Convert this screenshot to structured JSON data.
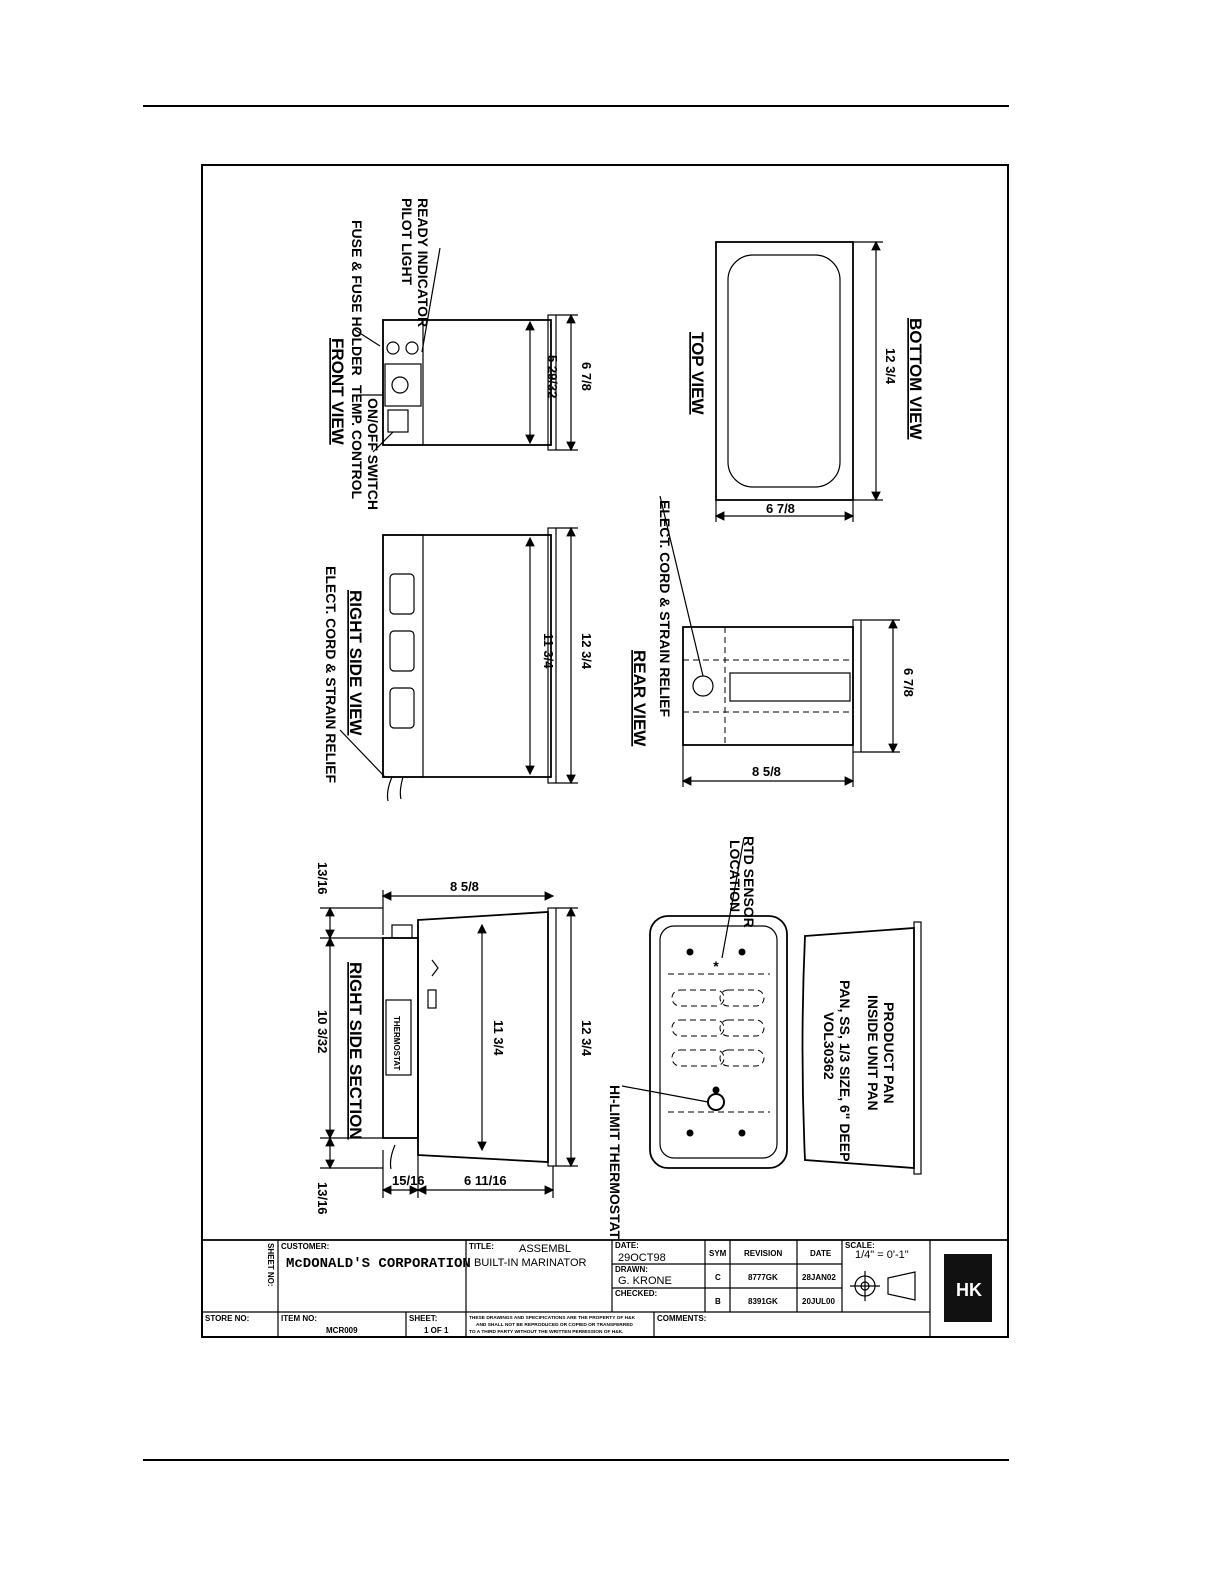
{
  "views": {
    "bottom_view": "BOTTOM VIEW",
    "top_view": "TOP VIEW",
    "front_view": "FRONT VIEW",
    "right_side_view": "RIGHT SIDE VIEW",
    "rear_view": "REAR VIEW",
    "right_side_section": "RIGHT SIDE SECTION"
  },
  "callouts": {
    "ready_indicator": "READY INDICATOR",
    "pilot_light": "PILOT LIGHT",
    "fuse_holder": "FUSE & FUSE HOLDER",
    "temp_control": "TEMP. CONTROL",
    "on_off_switch": "ON/OFF SWITCH",
    "cord_relief_rear": "ELECT. CORD & STRAIN RELIEF",
    "cord_relief_side": "ELECT. CORD & STRAIN RELIEF",
    "rtd_sensor": "RTD SENSOR",
    "rtd_location": "LOCATION",
    "hi_limit": "HI-LIMIT THERMOSTAT",
    "thermostat_box": "THERMOSTAT",
    "product_pan": "PRODUCT PAN",
    "inside_unit_pan": "INSIDE UNIT PAN",
    "pan_size": "PAN, SS, 1/3 SIZE, 6\" DEEP",
    "pan_part": "VOL30362"
  },
  "dimensions": {
    "bottom_height": "12 3/4",
    "bottom_width": "6 7/8",
    "front_height": "6 7/8",
    "front_inner": "5 29/32",
    "side_outer": "12 3/4",
    "side_inner": "11 3/4",
    "rear_height": "6 7/8",
    "rear_width": "8 5/8",
    "section_outer": "12 3/4",
    "section_inner": "11 3/4",
    "section_depth": "8 5/8",
    "section_top": "13/16",
    "section_mid": "10 3/32",
    "section_bottom": "13/16",
    "section_a": "15/16",
    "section_b": "6 11/16"
  },
  "title_block": {
    "sheet_no_label": "SHEET NO:",
    "customer_label": "CUSTOMER:",
    "customer": "McDONALD'S CORPORATION",
    "title_label": "TITLE:",
    "title_line1": "ASSEMBL",
    "title_line2": "BUILT-IN MARINATOR",
    "date_label": "DATE:",
    "date": "29OCT98",
    "drawn_label": "DRAWN:",
    "drawn": "G. KRONE",
    "checked_label": "CHECKED:",
    "sym_header": "SYM",
    "revision_header": "REVISION",
    "date_header": "DATE",
    "rev1_sym": "C",
    "rev1_revision": "8777GK",
    "rev1_date": "28JAN02",
    "rev2_sym": "B",
    "rev2_revision": "8391GK",
    "rev2_date": "20JUL00",
    "scale_label": "SCALE:",
    "scale": "1/4\" = 0'-1\"",
    "store_no_label": "STORE NO:",
    "item_no_label": "ITEM NO:",
    "item_no": "MCR009",
    "sheet_label": "SHEET:",
    "sheet": "1 OF 1",
    "notice_line1": "THESE DRAWINGS AND SPECIFICATIONS ARE THE PROPERTY OF H&K",
    "notice_line2": "AND SHALL NOT BE REPRODUCED OR COPIED OR TRANSFERRED",
    "notice_line3": "TO A THIRD PARTY WITHOUT THE WRITTEN PERMISSION OF H&K.",
    "comments_label": "COMMENTS:",
    "logo_text": "HK"
  }
}
